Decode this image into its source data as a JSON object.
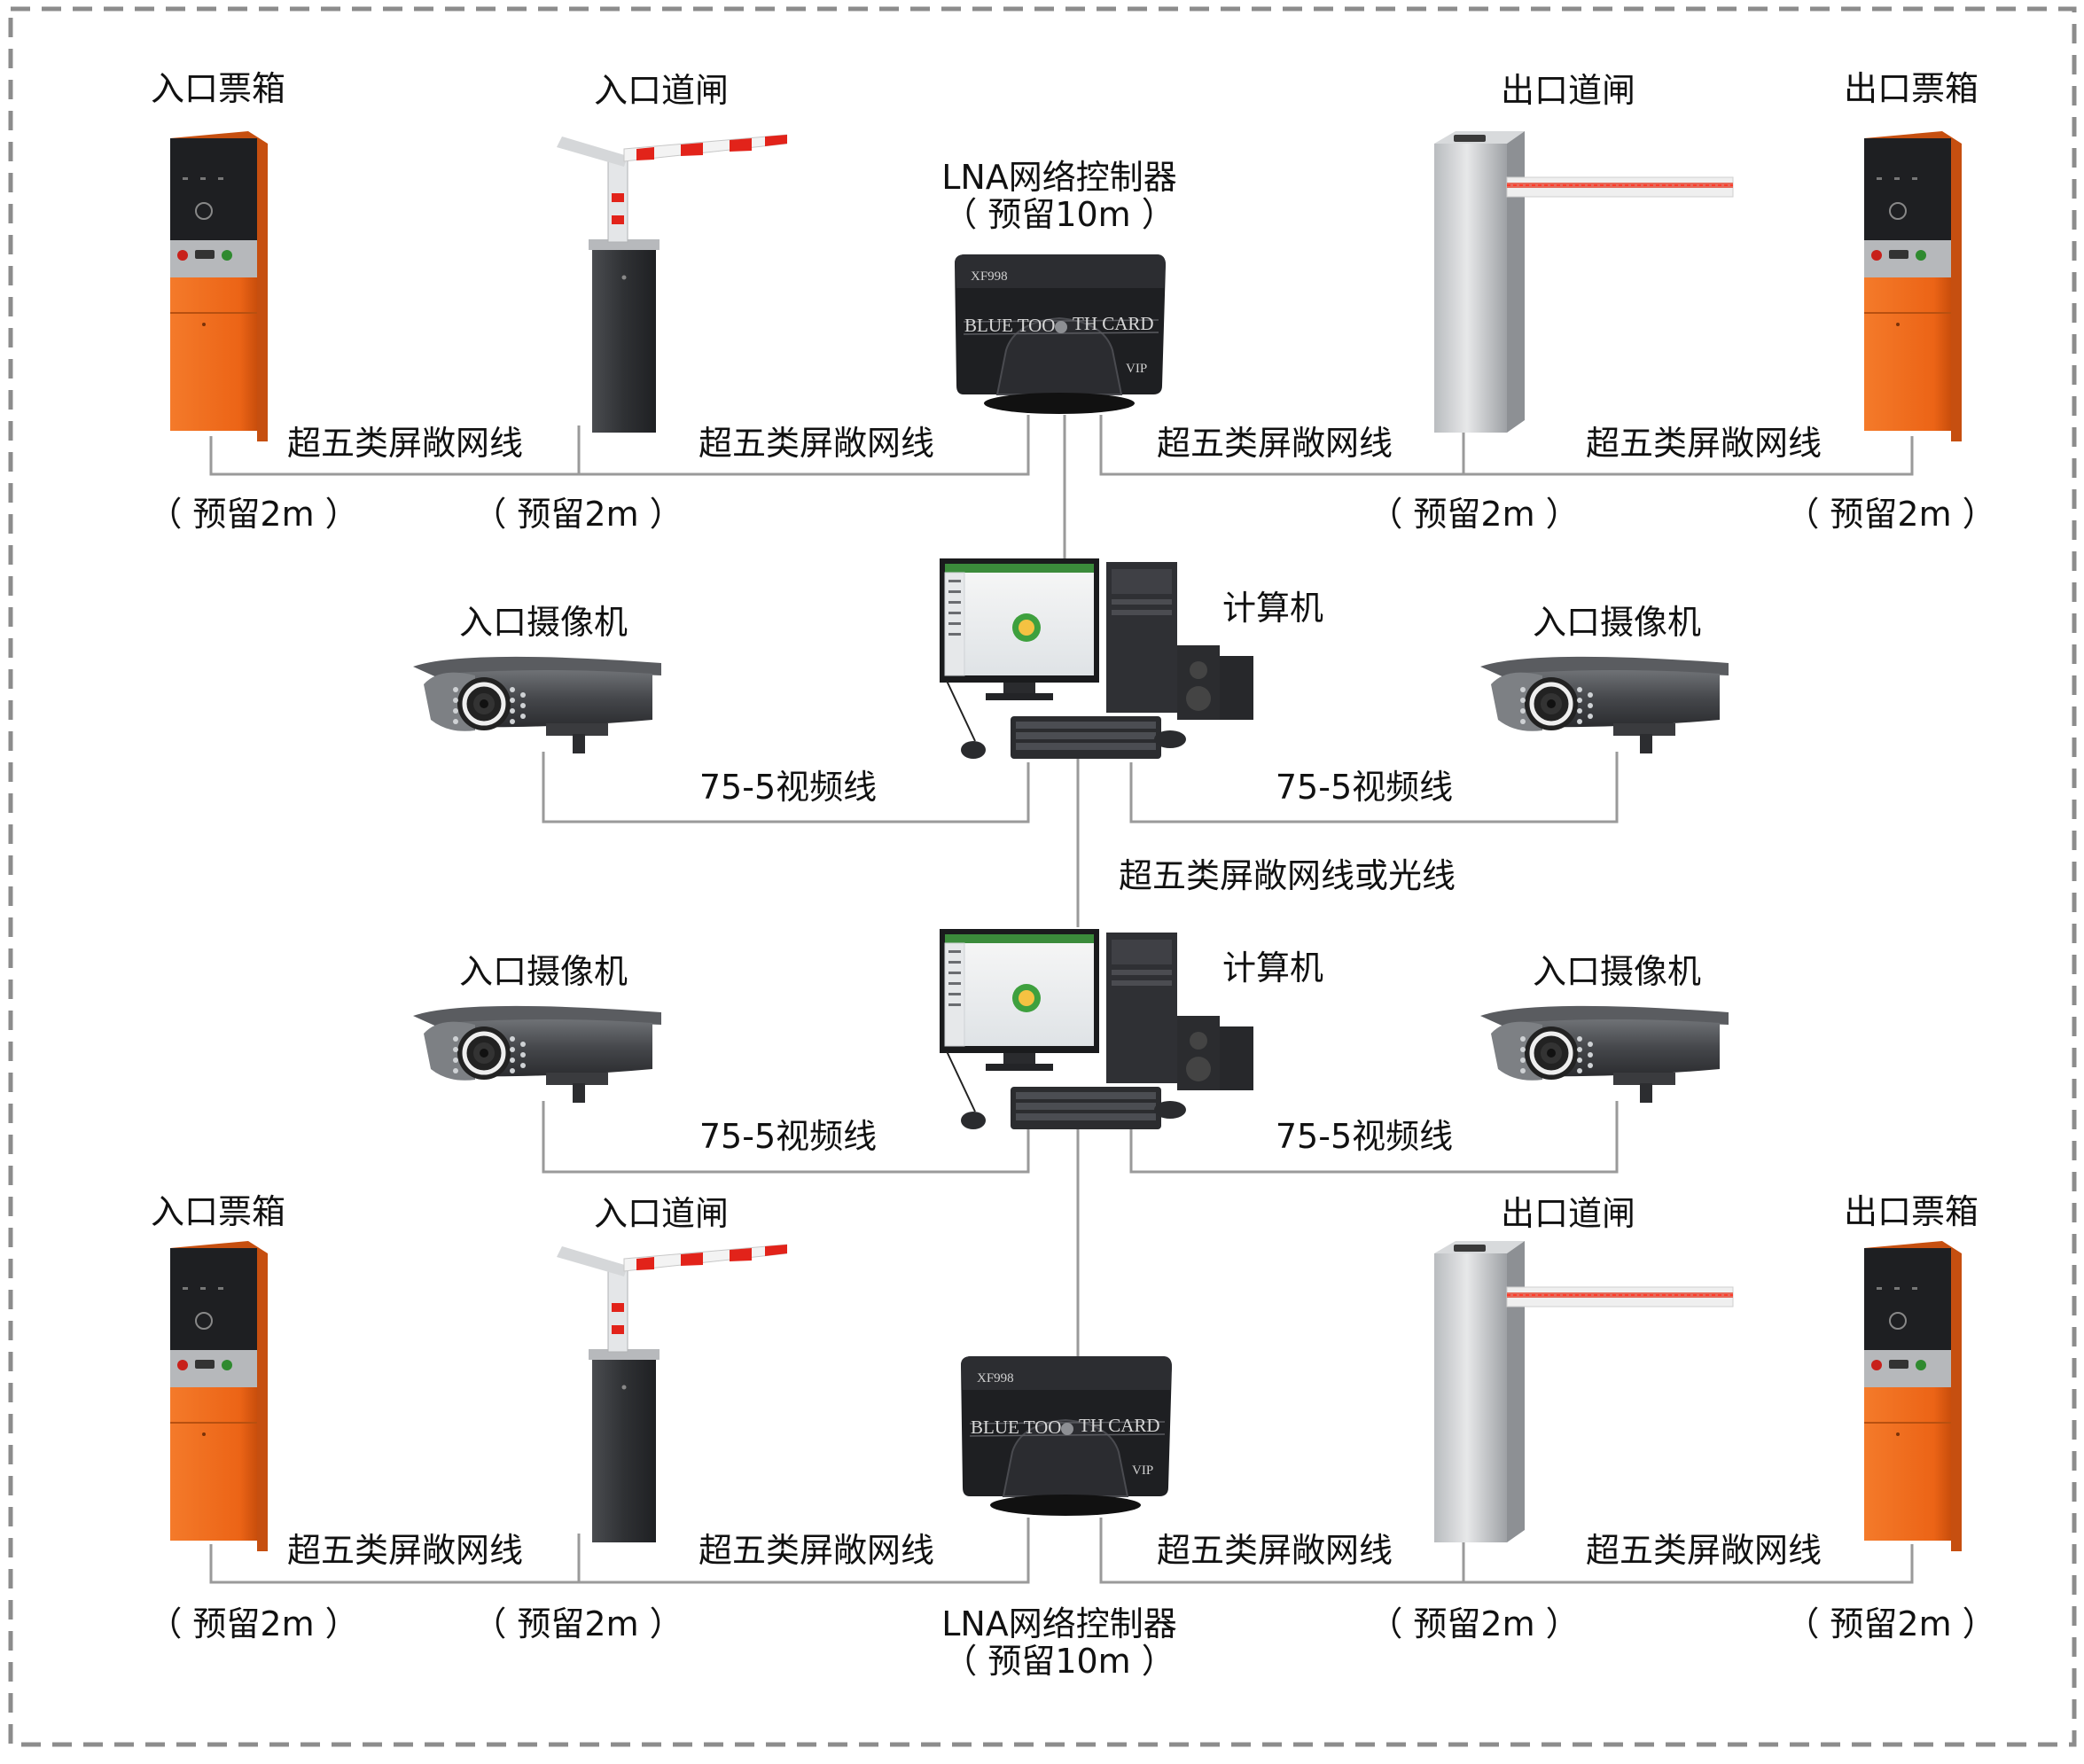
{
  "top": {
    "entry_ticket_box": "入口票箱",
    "entry_gate": "入口道闸",
    "controller_title": "LNA网络控制器",
    "controller_reserve": "（ 预留10m ）",
    "exit_gate": "出口道闸",
    "exit_ticket_box": "出口票箱",
    "cable_1": "超五类屏敞网线",
    "cable_2": "超五类屏敞网线",
    "cable_3": "超五类屏敞网线",
    "cable_4": "超五类屏敞网线",
    "reserve_1": "（ 预留2m ）",
    "reserve_2": "（ 预留2m ）",
    "reserve_3": "（ 预留2m ）",
    "reserve_4": "（ 预留2m ）"
  },
  "mid1": {
    "camera_left": "入口摄像机",
    "computer": "计算机",
    "camera_right": "入口摄像机",
    "video_left": "75-5视频线",
    "video_right": "75-5视频线"
  },
  "link": {
    "label": "超五类屏敞网线或光线"
  },
  "mid2": {
    "camera_left": "入口摄像机",
    "computer": "计算机",
    "camera_right": "入口摄像机",
    "video_left": "75-5视频线",
    "video_right": "75-5视频线"
  },
  "bottom": {
    "entry_ticket_box": "入口票箱",
    "entry_gate": "入口道闸",
    "exit_gate": "出口道闸",
    "exit_ticket_box": "出口票箱",
    "cable_1": "超五类屏敞网线",
    "cable_2": "超五类屏敞网线",
    "cable_3": "超五类屏敞网线",
    "cable_4": "超五类屏敞网线",
    "reserve_1": "（ 预留2m ）",
    "reserve_2": "（ 预留2m ）",
    "reserve_3": "（ 预留2m ）",
    "reserve_4": "（ 预留2m ）",
    "controller_title": "LNA网络控制器",
    "controller_reserve": "（ 预留10m ）"
  },
  "device": {
    "model": "XF998",
    "brand_left": "BLUE TOO",
    "brand_right": "TH CARD",
    "vip": "VIP"
  },
  "colors": {
    "ticket_box_orange": "#f06a1a",
    "device_black": "#1e1f22",
    "gate_gray": "#3d3f42",
    "arm_red": "#e2231a",
    "line_gray": "#9a9a9a",
    "frame_dash": "#8c8c8c"
  }
}
